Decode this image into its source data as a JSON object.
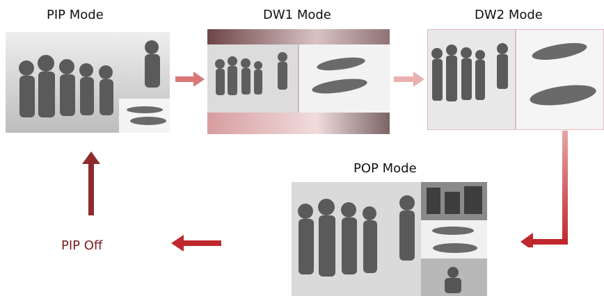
{
  "modes": {
    "pip": {
      "label": "PIP Mode"
    },
    "dw1": {
      "label": "DW1 Mode"
    },
    "dw2": {
      "label": "DW2 Mode"
    },
    "pop": {
      "label": "POP Mode"
    },
    "off": {
      "label": "PIP Off"
    }
  },
  "colors": {
    "arrow_dark": "#c0282d",
    "arrow_light": "#e8b0b0",
    "arrow_mid": "#d97777",
    "arrow_up": "#8e2a2c",
    "off_text": "#7a1d1d"
  }
}
